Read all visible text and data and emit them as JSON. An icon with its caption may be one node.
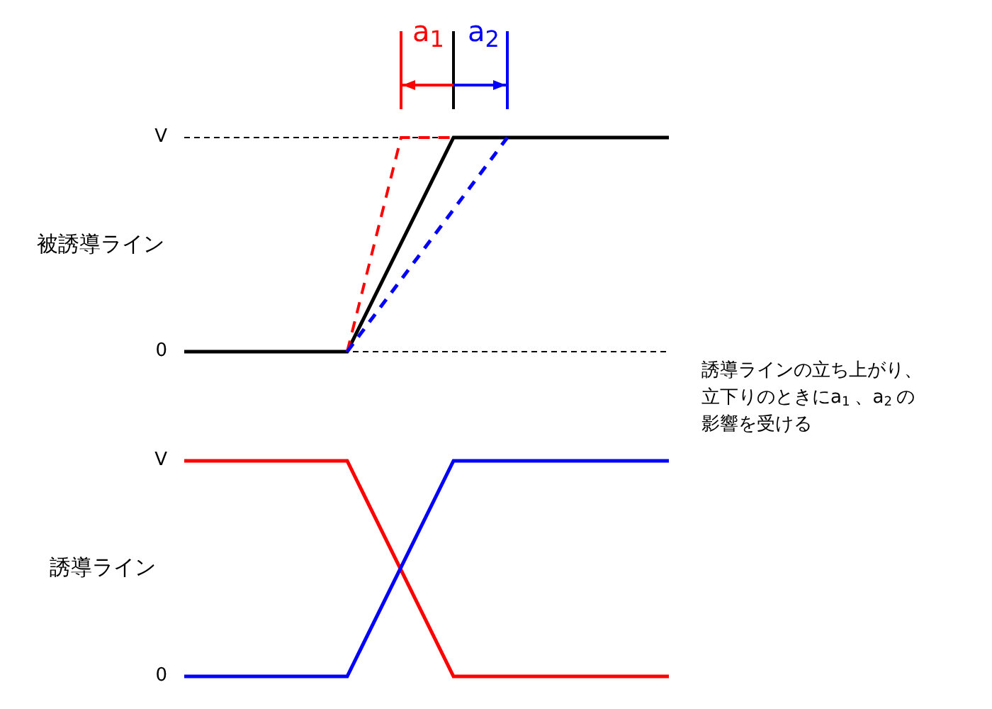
{
  "diagram": {
    "labels": [
      "a$_{1}$",
      "a$_{2}$",
      "V",
      "被誘導ライン",
      "0",
      "誘導ラインの立ち上がり、立下りのときにa$_{1}$、a$_{2}$の影響を受ける",
      "V",
      "誘導ライン",
      "0"
    ]
  }
}
